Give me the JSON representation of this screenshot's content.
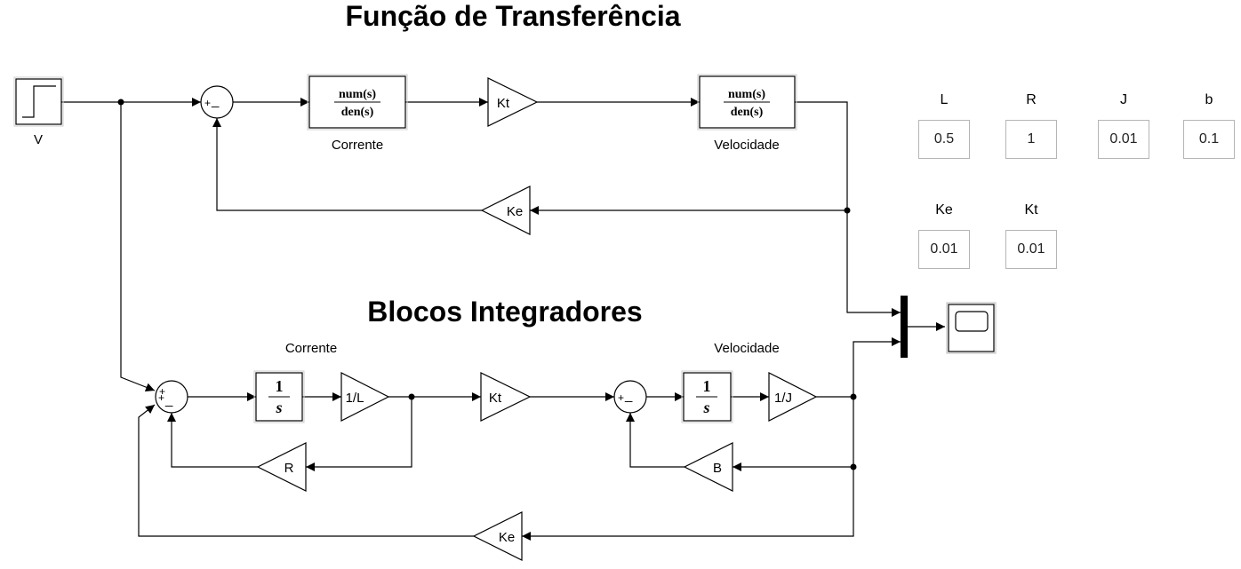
{
  "titles": {
    "transfer_function": "Função de Transferência",
    "integrator_blocks": "Blocos Integradores"
  },
  "blocks": {
    "step_label": "V",
    "tf_num": "num(s)",
    "tf_den": "den(s)",
    "tf_current_label": "Corrente",
    "tf_speed_label": "Velocidade",
    "int_current_label": "Corrente",
    "int_speed_label": "Velocidade",
    "integrator_num": "1",
    "integrator_den": "s",
    "gain_kt": "Kt",
    "gain_ke": "Ke",
    "gain_inv_l": "1/L",
    "gain_inv_j": "1/J",
    "gain_r": "R",
    "gain_b": "B",
    "sum_plus": "+",
    "sum_minus": "_"
  },
  "parameters": [
    {
      "name": "L",
      "value": "0.5"
    },
    {
      "name": "R",
      "value": "1"
    },
    {
      "name": "J",
      "value": "0.01"
    },
    {
      "name": "b",
      "value": "0.1"
    },
    {
      "name": "Ke",
      "value": "0.01"
    },
    {
      "name": "Kt",
      "value": "0.01"
    }
  ],
  "colors": {
    "block_border": "#000000",
    "signal_line": "#000000",
    "param_border": "#b5b5b5"
  }
}
